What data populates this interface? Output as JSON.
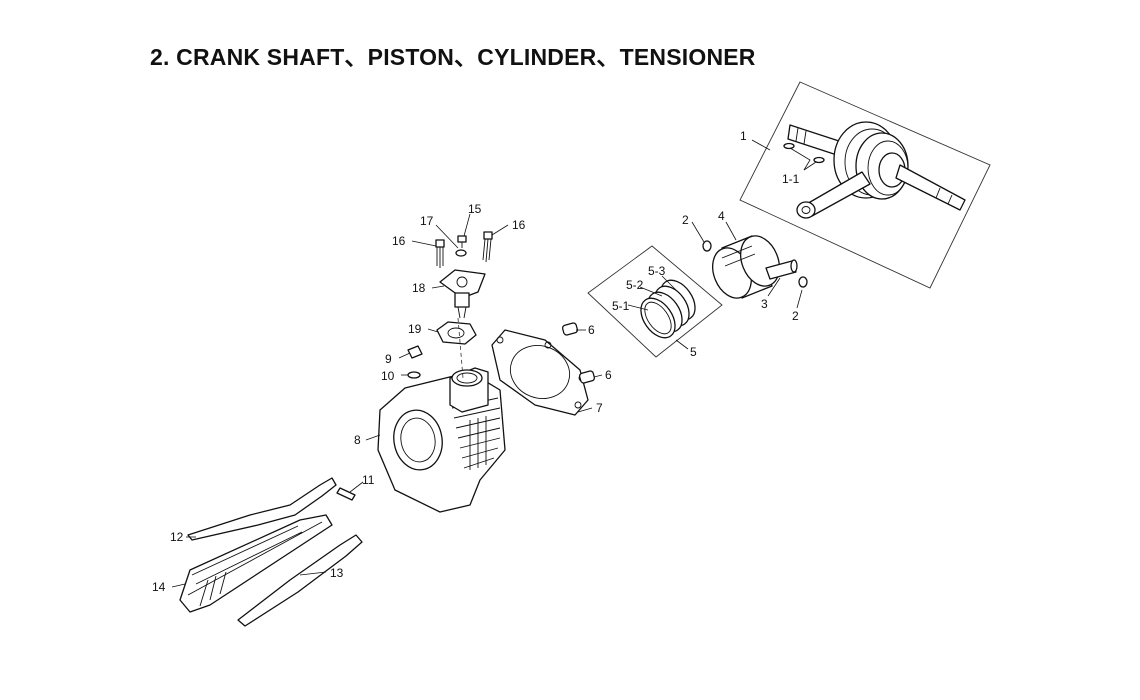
{
  "title": "2. CRANK SHAFT、PISTON、CYLINDER、TENSIONER",
  "callouts": {
    "c1": "1",
    "c1_1": "1-1",
    "c2a": "2",
    "c2b": "2",
    "c3": "3",
    "c4": "4",
    "c5": "5",
    "c5_1": "5-1",
    "c5_2": "5-2",
    "c5_3": "5-3",
    "c6a": "6",
    "c6b": "6",
    "c7": "7",
    "c8": "8",
    "c9": "9",
    "c10": "10",
    "c11": "11",
    "c12": "12",
    "c13": "13",
    "c14": "14",
    "c15": "15",
    "c16a": "16",
    "c16b": "16",
    "c17": "17",
    "c18": "18",
    "c19": "19"
  }
}
